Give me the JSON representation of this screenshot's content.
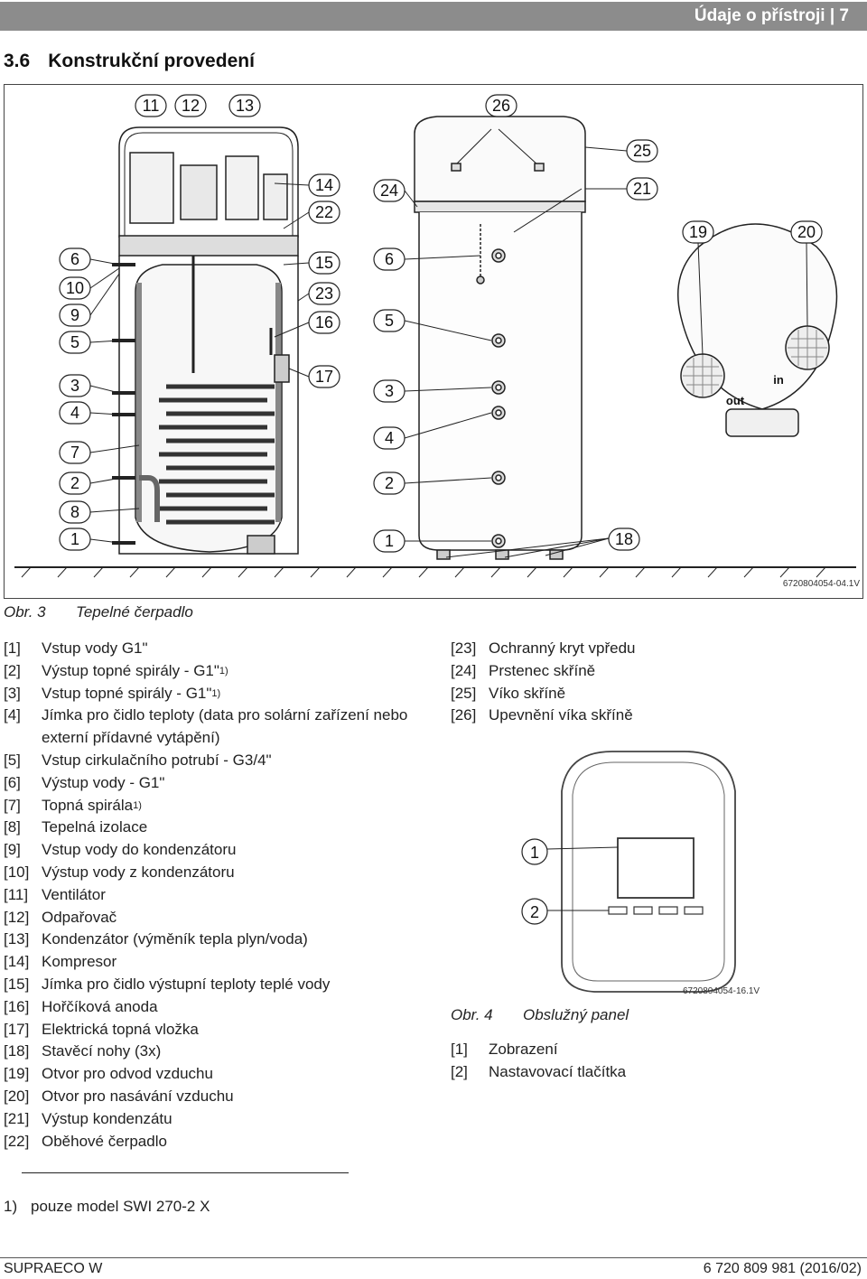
{
  "header": {
    "section_ref": "Údaje o přístroji | 7"
  },
  "section": {
    "number": "3.6",
    "title": "Konstrukční provedení"
  },
  "figure3": {
    "code": "6720804054-04.1V",
    "caption_label": "Obr. 3",
    "caption_text": "Tepelné čerpadlo",
    "callouts": {
      "left_top": [
        "11",
        "12",
        "13"
      ],
      "left_side": [
        "6",
        "10",
        "9",
        "5",
        "3",
        "4",
        "7",
        "2",
        "8",
        "1"
      ],
      "left_right": [
        "14",
        "22",
        "15",
        "23",
        "16",
        "17"
      ],
      "mid_left": [
        "24",
        "6",
        "5",
        "3",
        "4",
        "2",
        "1"
      ],
      "mid_top": [
        "26",
        "25",
        "21"
      ],
      "right": [
        "19",
        "20",
        "18"
      ],
      "top_view_labels": [
        "out",
        "in"
      ]
    }
  },
  "legend_fig3": {
    "left": [
      {
        "key": "[1]",
        "text": "Vstup vody G1\""
      },
      {
        "key": "[2]",
        "text": "Výstup topné spirály - G1\"",
        "sup": "1)"
      },
      {
        "key": "[3]",
        "text": "Vstup topné spirály - G1\"",
        "sup": "1)"
      },
      {
        "key": "[4]",
        "text": "Jímka pro čidlo teploty (data pro solární zařízení nebo externí přídavné vytápění)"
      },
      {
        "key": "[5]",
        "text": "Vstup cirkulačního potrubí - G3/4\""
      },
      {
        "key": "[6]",
        "text": "Výstup vody - G1\""
      },
      {
        "key": "[7]",
        "text": "Topná spirála",
        "sup": "1)"
      },
      {
        "key": "[8]",
        "text": "Tepelná izolace"
      },
      {
        "key": "[9]",
        "text": "Vstup vody do kondenzátoru"
      },
      {
        "key": "[10]",
        "text": "Výstup vody z kondenzátoru"
      },
      {
        "key": "[11]",
        "text": "Ventilátor"
      },
      {
        "key": "[12]",
        "text": "Odpařovač"
      },
      {
        "key": "[13]",
        "text": "Kondenzátor (výměník tepla plyn/voda)"
      },
      {
        "key": "[14]",
        "text": "Kompresor"
      },
      {
        "key": "[15]",
        "text": "Jímka pro čidlo výstupní teploty teplé vody"
      },
      {
        "key": "[16]",
        "text": "Hořčíková anoda"
      },
      {
        "key": "[17]",
        "text": "Elektrická topná vložka"
      },
      {
        "key": "[18]",
        "text": "Stavěcí nohy (3x)"
      },
      {
        "key": "[19]",
        "text": "Otvor pro odvod vzduchu"
      },
      {
        "key": "[20]",
        "text": "Otvor pro nasávání vzduchu"
      },
      {
        "key": "[21]",
        "text": "Výstup kondenzátu"
      },
      {
        "key": "[22]",
        "text": "Oběhové čerpadlo"
      }
    ],
    "right": [
      {
        "key": "[23]",
        "text": "Ochranný kryt vpředu"
      },
      {
        "key": "[24]",
        "text": "Prstenec skříně"
      },
      {
        "key": "[25]",
        "text": "Víko skříně"
      },
      {
        "key": "[26]",
        "text": "Upevnění víka skříně"
      }
    ]
  },
  "figure4": {
    "code": "6720804054-16.1V",
    "caption_label": "Obr. 4",
    "caption_text": "Obslužný panel",
    "callouts": [
      "1",
      "2"
    ]
  },
  "legend_fig4": [
    {
      "key": "[1]",
      "text": "Zobrazení"
    },
    {
      "key": "[2]",
      "text": "Nastavovací tlačítka"
    }
  ],
  "footnote": {
    "key": "1)",
    "text": "pouze model SWI 270-2 X"
  },
  "footer": {
    "left": "SUPRAECO W",
    "right": "6 720 809 981 (2016/02)"
  }
}
